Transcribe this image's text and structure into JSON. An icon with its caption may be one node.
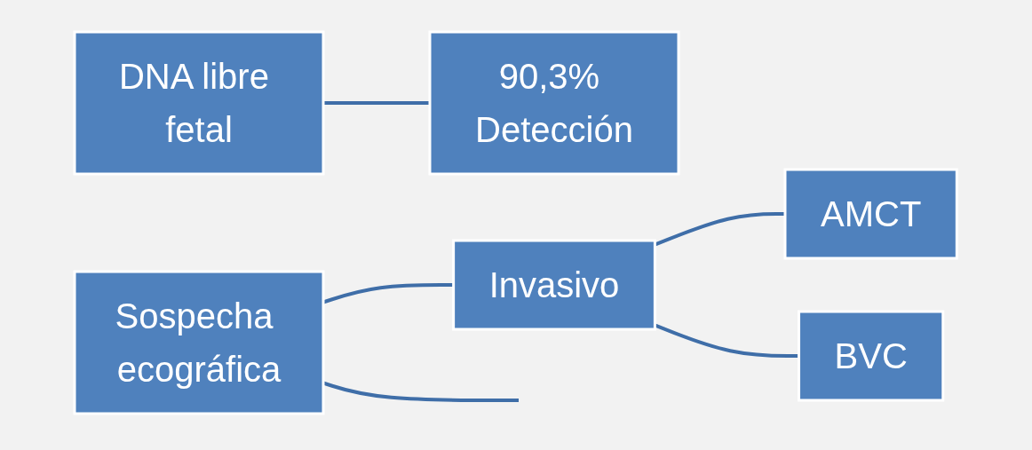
{
  "diagram": {
    "nodes": [
      {
        "text": [
          "DNA libre fetal"
        ]
      },
      {
        "text": [
          "90,3% Detección"
        ]
      },
      {
        "text": [
          "Sospecha ecográfica"
        ]
      },
      {
        "text": [
          "Invasivo"
        ]
      },
      {
        "text": [
          "AMCT"
        ]
      },
      {
        "text": [
          "BVC"
        ]
      }
    ],
    "edges": [
      {
        "from": 0,
        "to": 1,
        "arrow": "none"
      },
      {
        "from": 2,
        "to": 3,
        "arrow": "none"
      },
      {
        "from": 3,
        "to": 4,
        "arrow": "none"
      },
      {
        "from": 3,
        "to": 5,
        "arrow": "none"
      },
      {
        "from": 2,
        "to": null,
        "arrow": "none"
      }
    ]
  }
}
